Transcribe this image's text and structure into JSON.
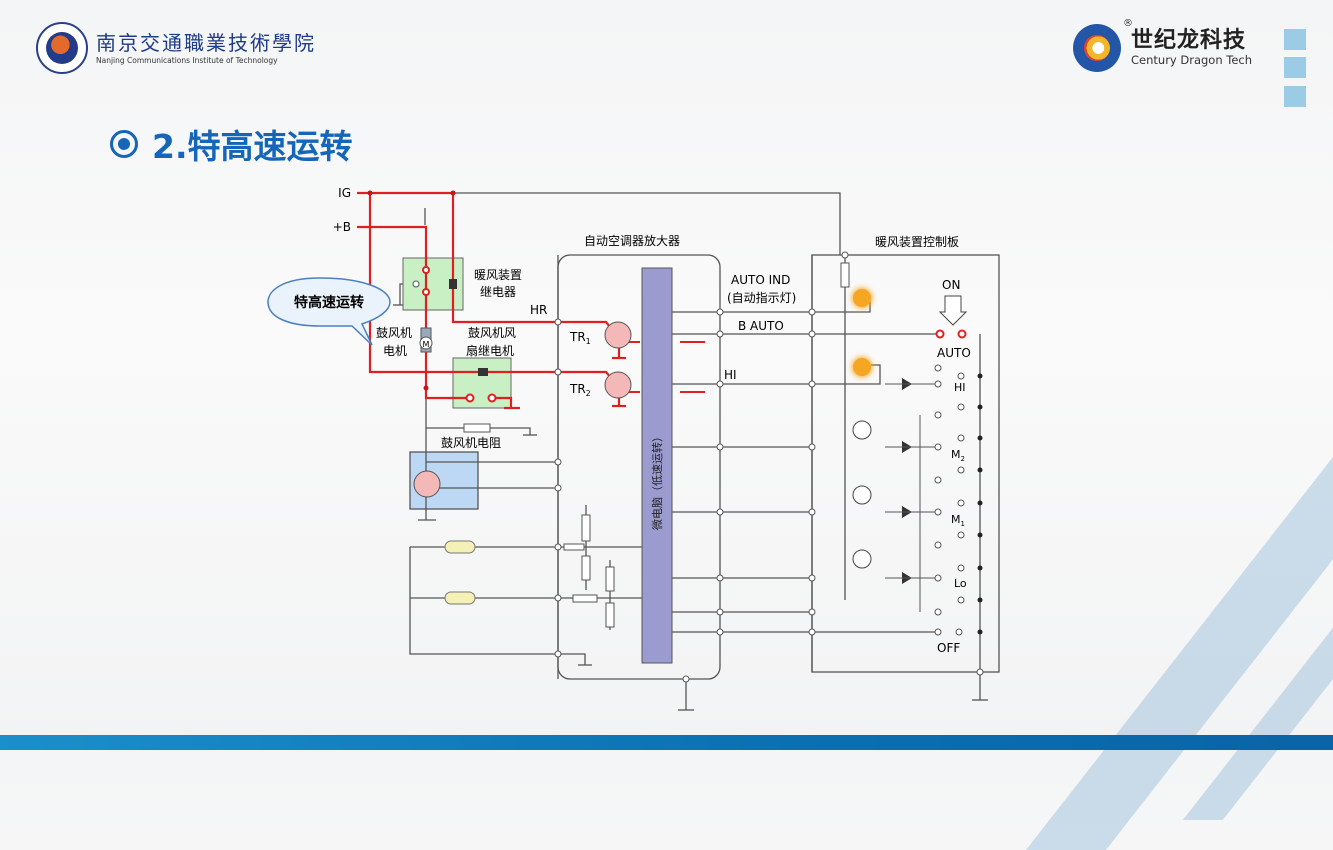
{
  "header": {
    "school_name_cn": "南京交通職業技術學院",
    "school_name_en": "Nanjing Communications Institute of Technology",
    "brand_name_cn": "世纪龙科技",
    "brand_name_en": "Century Dragon Tech",
    "brand_registered": "®"
  },
  "slide": {
    "title": "2.特高速运转"
  },
  "diagram": {
    "callout": "特高速运转",
    "inputs": {
      "ig": "IG",
      "b": "+B"
    },
    "heater_relay": {
      "line1": "暖风装置",
      "line2": "继电器"
    },
    "hr_label": "HR",
    "blower_motor": {
      "line1": "鼓风机",
      "line2": "电机"
    },
    "motor_symbol": "M",
    "blower_fan_relay": {
      "line1": "鼓风机风",
      "line2": "扇继电机"
    },
    "blower_resistor": "鼓风机电阻",
    "amplifier_title": "自动空调器放大器",
    "tr1": "TR",
    "tr1_sub": "1",
    "tr2": "TR",
    "tr2_sub": "2",
    "microcomputer": "微电脑（低速运转）",
    "auto_ind": {
      "line1": "AUTO IND",
      "line2": "(自动指示灯)"
    },
    "b_auto": "B AUTO",
    "hi_line": "HI",
    "control_panel_title": "暖风装置控制板",
    "on_label": "ON",
    "auto_label": "AUTO",
    "switch_labels": [
      "HI",
      "M",
      "M",
      "Lo"
    ],
    "switch_subs": [
      "",
      "2",
      "1",
      ""
    ],
    "off_label": "OFF"
  },
  "colors": {
    "active_wire": "#e02020",
    "wire": "#555555",
    "title_blue": "#1565b8",
    "relay_green": "#c9efc4",
    "module_blue": "#bcd8f5",
    "microcomputer": "#9b9bd0",
    "indicator_orange": "#f5a623"
  }
}
